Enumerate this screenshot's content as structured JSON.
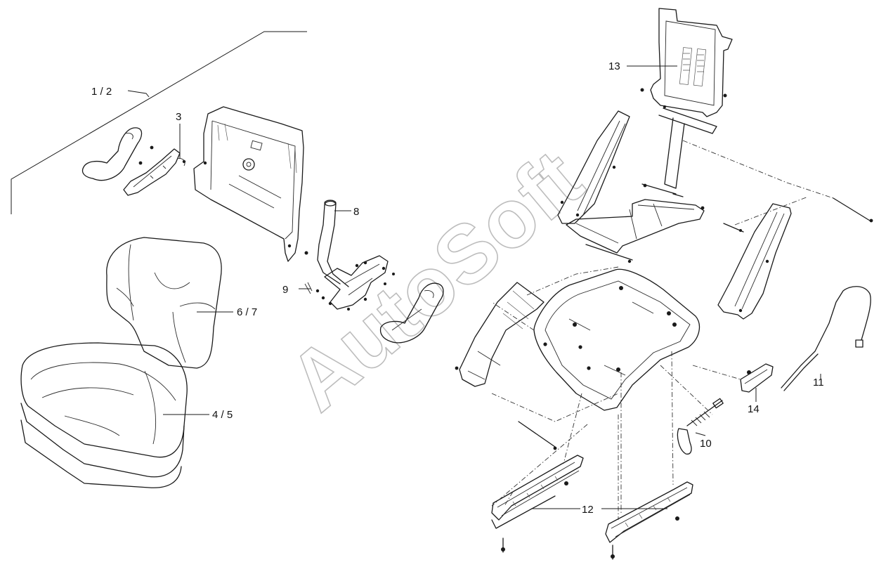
{
  "watermark": "AutoSoft",
  "callouts": {
    "c1_2": "1 / 2",
    "c3": "3",
    "c8": "8",
    "c9": "9",
    "c6_7": "6 / 7",
    "c4_5": "4 / 5",
    "c13": "13",
    "c11": "11",
    "c14": "14",
    "c10": "10",
    "c12": "12"
  }
}
